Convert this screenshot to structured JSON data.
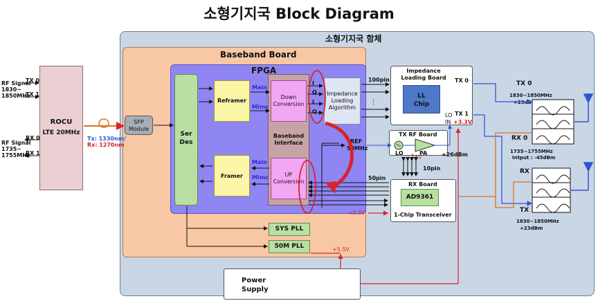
{
  "title": "소형기지국 Block Diagram",
  "enclosure_label": "소형기지국 함체",
  "rocu": {
    "name": "ROCU",
    "spec": "LTE 20MHz"
  },
  "rf_signal_tx": "RF Signal",
  "rf_signal_tx_band1": "1830~",
  "rf_signal_tx_band2": "1850MHz",
  "rf_signal_rx": "RF Signal",
  "rf_signal_rx_band1": "1735~",
  "rf_signal_rx_band2": "1755MHz",
  "tx0": "TX 0",
  "tx1": "TX 1",
  "rx0": "RX 0",
  "rx1": "RX 1",
  "fiber_tx": "Tx: 1330nm/",
  "fiber_rx": "Rx: 1270nm",
  "sfp": {
    "line1": "SFP",
    "line2": "Module"
  },
  "baseband_board": "Baseband Board",
  "fpga": "FPGA",
  "serdes": {
    "line1": "Ser",
    "line2": "Des"
  },
  "reframer": "Reframer",
  "framer": "Framer",
  "main": "Main",
  "mimo": "Mimo",
  "down_conv": {
    "line1": "Down",
    "line2": "Conversion"
  },
  "up_conv": {
    "line1": "UP",
    "line2": "Conversion"
  },
  "bb_interface": {
    "line1": "Baseband",
    "line2": "Interface"
  },
  "iq": [
    "I",
    "Q",
    "I",
    "Q"
  ],
  "imp_alg": {
    "line1": "Impedance",
    "line2": "Loading",
    "line3": "Algorithm"
  },
  "pin100": "100pin",
  "pin50": "50pin",
  "pin10": "10pin",
  "ref": {
    "line1": "REF",
    "line2": "50MHz"
  },
  "imp_board": {
    "line1": "Impedance",
    "line2": "Loading Board"
  },
  "ll_chip": {
    "line1": "LL",
    "line2": "Chip"
  },
  "lo_in": {
    "line1": "LO",
    "line2": "IN"
  },
  "tx_rf_board": "TX RF Board",
  "lo": "LO",
  "pa": "PA",
  "plus_5v": "+5V",
  "plus_26": "+26dBm",
  "rx_board": "RX Board",
  "ad9361": "AD9361",
  "transceiver": "1-Chip Transceiver",
  "v55": "+5.5V",
  "v33": "+3.3V",
  "sys_pll": "SYS PLL",
  "pll50": "50M PLL",
  "power_supply": {
    "line1": "Power",
    "line2": "Supply"
  },
  "tx0_spec": {
    "line1": "1830~1850MHz",
    "line2": "+23dBm"
  },
  "rx0_spec": {
    "line1": "1735~1755MHz",
    "line2": "Intput : -45dBm"
  },
  "tx1_spec": {
    "line1": "1830~1850MHz",
    "line2": "+23dBm"
  }
}
